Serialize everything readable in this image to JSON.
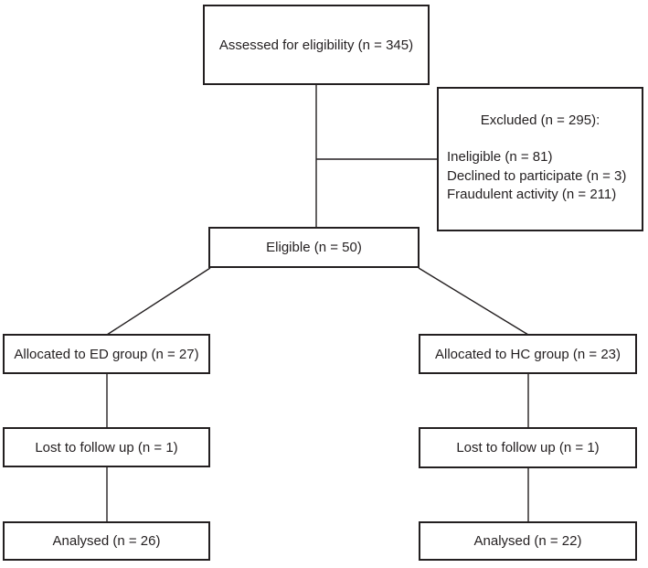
{
  "diagram": {
    "type": "consort-flow-diagram",
    "colors": {
      "border": "#231f20",
      "text": "#231f20",
      "background": "#ffffff"
    },
    "boxes": {
      "assessed": {
        "label": "Assessed for eligibility (n = 345)"
      },
      "excluded": {
        "title": "Excluded (n = 295):",
        "items": [
          "Ineligible (n = 81)",
          "Declined to participate (n = 3)",
          "Fraudulent activity (n = 211)"
        ]
      },
      "eligible": {
        "label": "Eligible (n = 50)"
      },
      "allocated_ed": {
        "label": "Allocated to ED group (n = 27)"
      },
      "allocated_hc": {
        "label": "Allocated to HC group (n = 23)"
      },
      "lost_ed": {
        "label": "Lost to follow up (n = 1)"
      },
      "lost_hc": {
        "label": "Lost to follow up (n = 1)"
      },
      "analysed_ed": {
        "label": "Analysed (n = 26)"
      },
      "analysed_hc": {
        "label": "Analysed (n = 22)"
      }
    }
  }
}
